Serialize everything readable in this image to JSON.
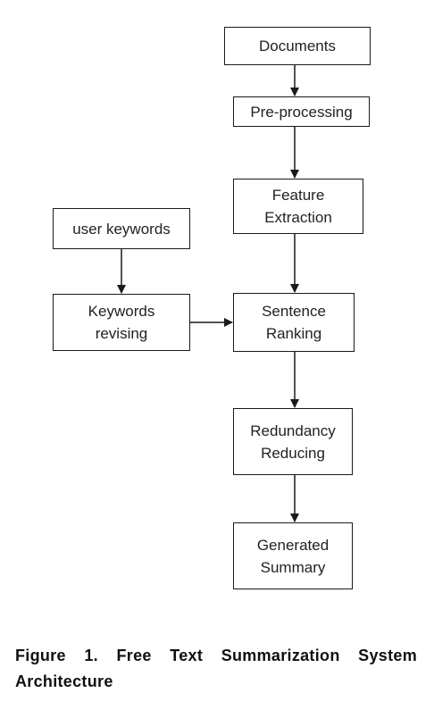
{
  "nodes": {
    "documents": "Documents",
    "preprocessing": "Pre-processing",
    "feature_extraction": "Feature\nExtraction",
    "user_keywords": "user keywords",
    "keywords_revising": "Keywords\nrevising",
    "sentence_ranking": "Sentence\nRanking",
    "redundancy_reducing": "Redundancy\nReducing",
    "generated_summary": "Generated\nSummary"
  },
  "caption": "Figure 1. Free Text Summarization System Architecture",
  "colors": {
    "line": "#1a1a1a",
    "background": "#ffffff"
  }
}
